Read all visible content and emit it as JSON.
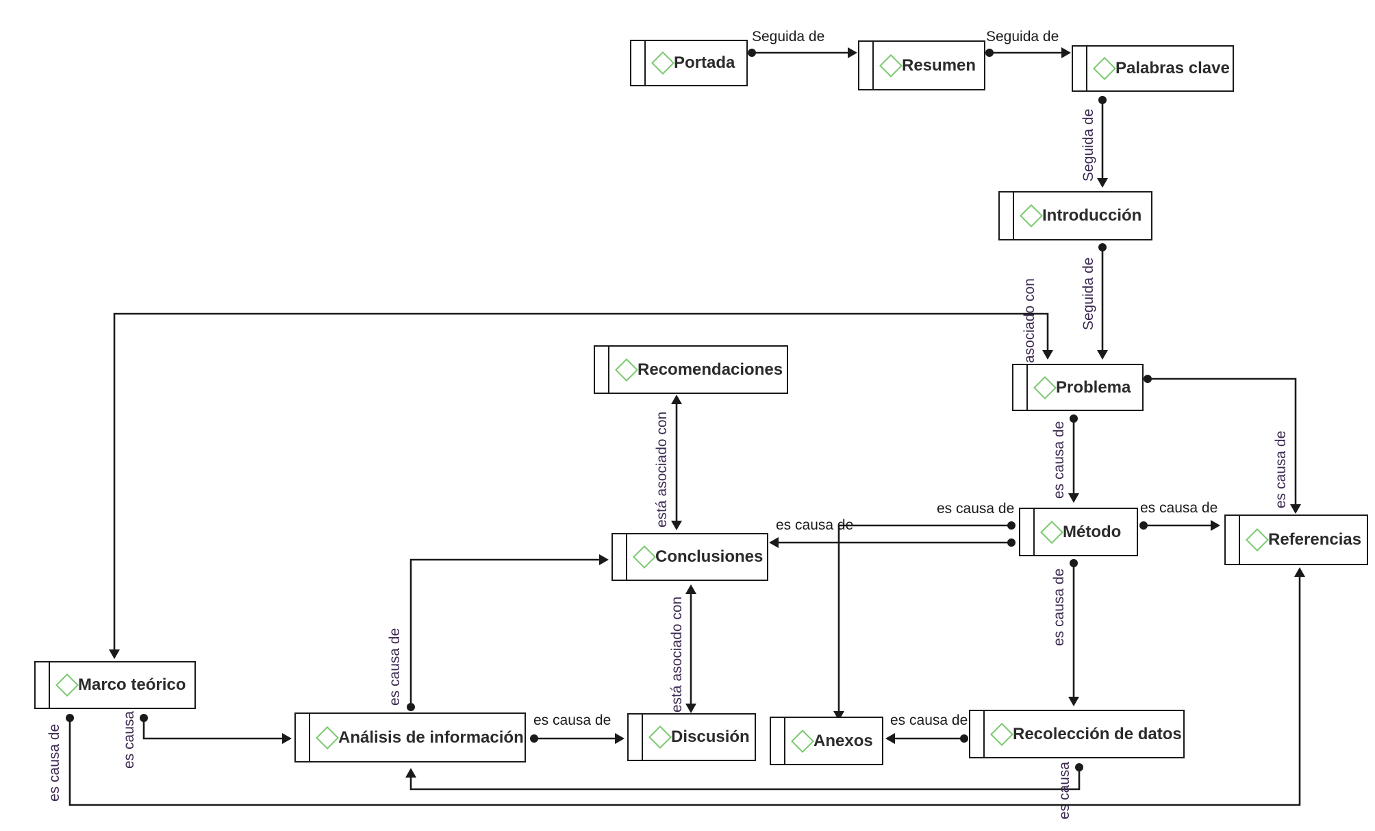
{
  "nodes": {
    "portada": "Portada",
    "resumen": "Resumen",
    "palabras_clave": "Palabras clave",
    "introduccion": "Introducción",
    "problema": "Problema",
    "recomendaciones": "Recomendaciones",
    "conclusiones": "Conclusiones",
    "metodo": "Método",
    "referencias": "Referencias",
    "marco_teorico": "Marco teórico",
    "analisis": "Análisis de información",
    "discusion": "Discusión",
    "anexos": "Anexos",
    "recoleccion": "Recolección de datos"
  },
  "edges": {
    "portada_resumen": "Seguida de",
    "resumen_palabras": "Seguida de",
    "palabras_intro": "Seguida de",
    "intro_problema": "Seguida de",
    "asociado_marco": "asociado con",
    "problema_metodo": "es causa de",
    "problema_referencias": "es causa de",
    "metodo_referencias": "es causa de",
    "metodo_anexos": "es causa de",
    "metodo_conclusiones": "es causa de",
    "metodo_recoleccion": "es causa de",
    "recomendaciones_conclusiones": "está asociado con",
    "conclusiones_discusion": "está asociado con",
    "analisis_conclusiones": "es causa de",
    "analisis_discusion": "es causa de",
    "recoleccion_anexos": "es causa de",
    "recoleccion_analisis": "es causa",
    "marco_analisis": "es causa",
    "marco_referencias": "es causa de"
  },
  "colors": {
    "diamond": "#7ac96e",
    "line": "#1a1a1a",
    "vertical_label": "#3d2a52"
  }
}
